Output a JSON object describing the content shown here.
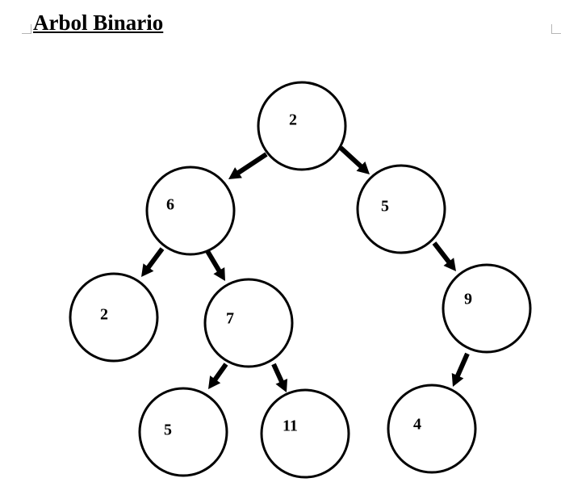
{
  "title": "Arbol Binario",
  "colors": {
    "node_stroke": "#000000",
    "node_fill": "#ffffff",
    "edge": "#000000"
  },
  "tree": {
    "nodes": [
      {
        "id": "n1",
        "label": "2"
      },
      {
        "id": "n2",
        "label": "6"
      },
      {
        "id": "n3",
        "label": "5"
      },
      {
        "id": "n4",
        "label": "2"
      },
      {
        "id": "n5",
        "label": "7"
      },
      {
        "id": "n6",
        "label": "9"
      },
      {
        "id": "n7",
        "label": "5"
      },
      {
        "id": "n8",
        "label": "11"
      },
      {
        "id": "n9",
        "label": "4"
      }
    ],
    "edges": [
      {
        "from": "n1",
        "to": "n2"
      },
      {
        "from": "n1",
        "to": "n3"
      },
      {
        "from": "n2",
        "to": "n4"
      },
      {
        "from": "n2",
        "to": "n5"
      },
      {
        "from": "n3",
        "to": "n6"
      },
      {
        "from": "n5",
        "to": "n7"
      },
      {
        "from": "n5",
        "to": "n8"
      },
      {
        "from": "n6",
        "to": "n9"
      }
    ]
  }
}
